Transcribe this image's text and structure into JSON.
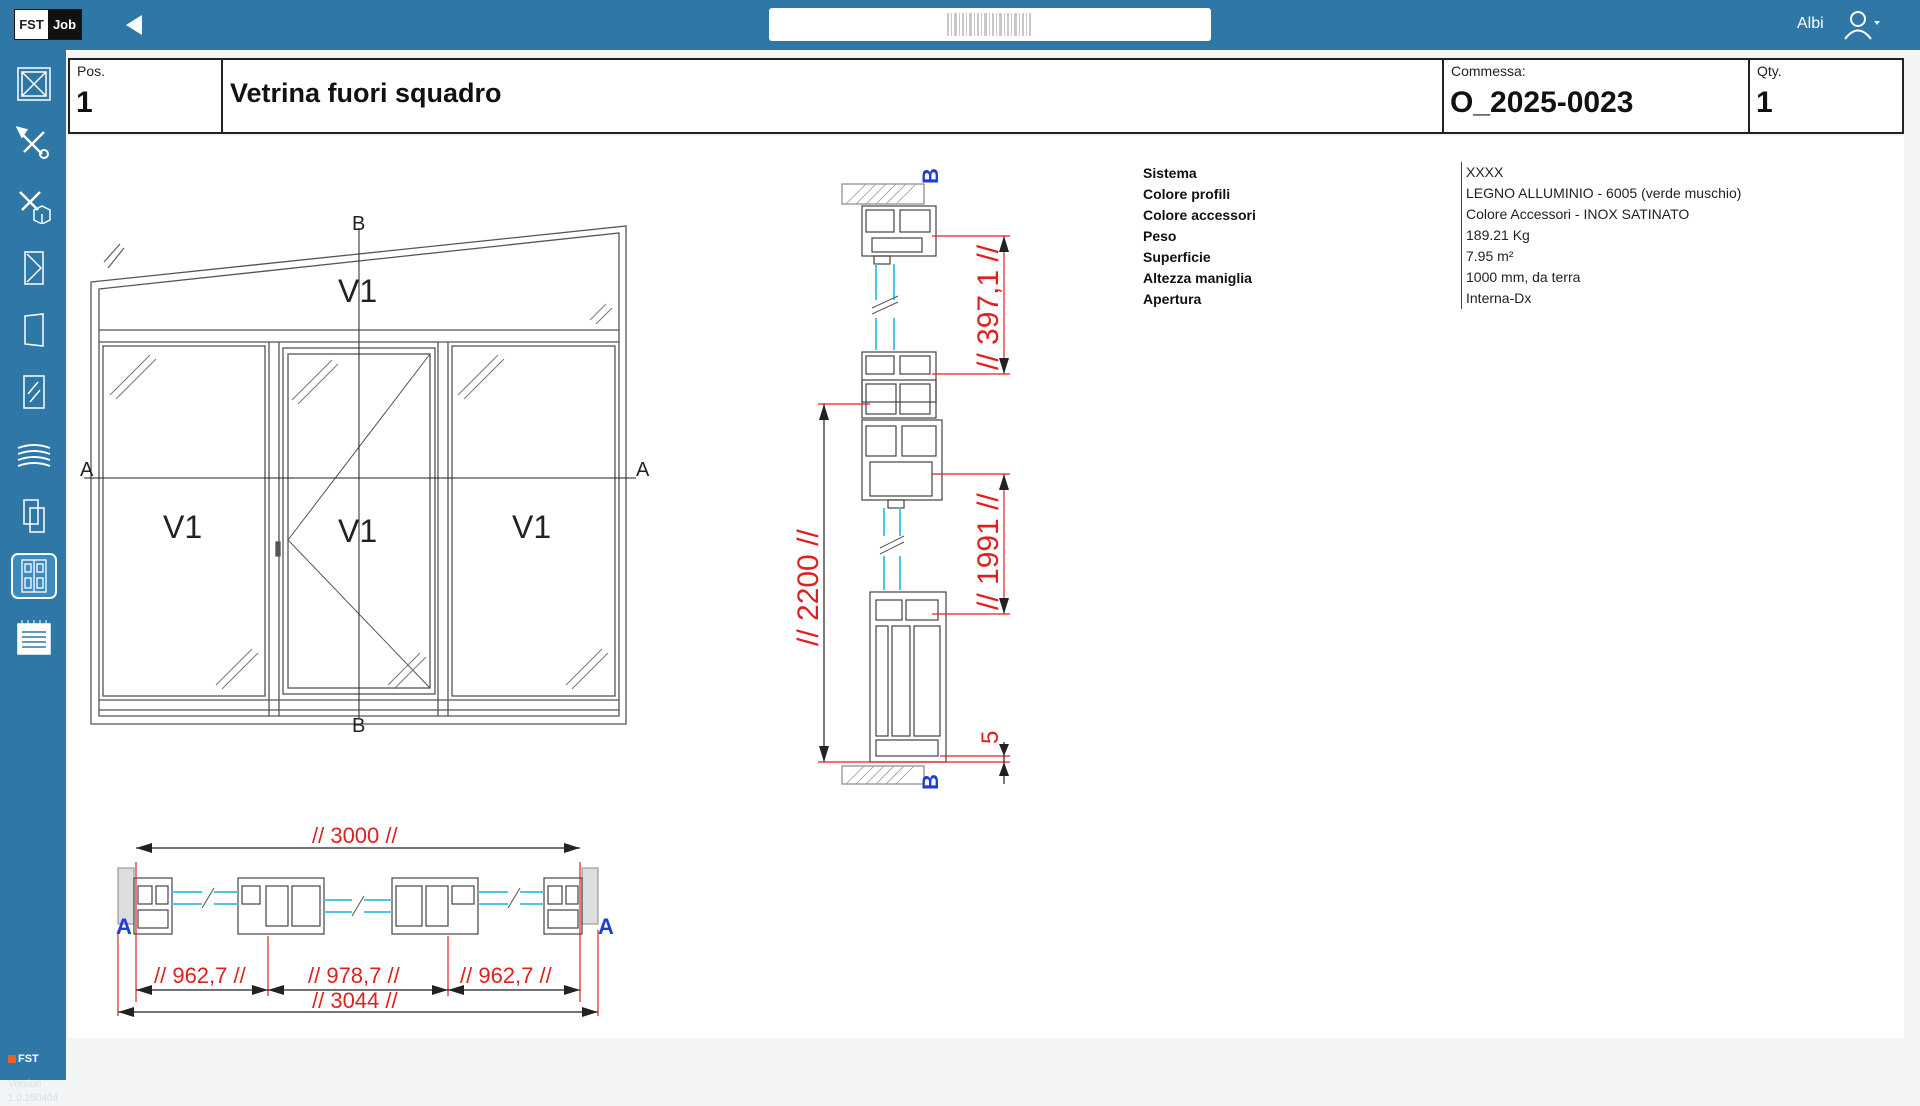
{
  "app": {
    "logo_left": "FST",
    "logo_right": "Job",
    "user_name": "Albi",
    "footer_brand": "FST",
    "version_label": "Version",
    "version_number": "1.0.250404",
    "accent_color": "#2e77a7"
  },
  "header": {
    "pos_label": "Pos.",
    "pos_value": "1",
    "title": "Vetrina fuori squadro",
    "commessa_label": "Commessa:",
    "commessa_value": "O_2025-0023",
    "qty_label": "Qty.",
    "qty_value": "1"
  },
  "sidebar": {
    "items": [
      {
        "name": "window-frame-icon"
      },
      {
        "name": "tools-icon"
      },
      {
        "name": "tools-box-icon"
      },
      {
        "name": "door-icon"
      },
      {
        "name": "panel-icon"
      },
      {
        "name": "glass-icon"
      },
      {
        "name": "blinds-icon"
      },
      {
        "name": "copy-icon"
      },
      {
        "name": "section-view-icon",
        "active": true
      },
      {
        "name": "list-icon"
      }
    ]
  },
  "properties": [
    {
      "label": "Sistema",
      "value": "XXXX"
    },
    {
      "label": "Colore profili",
      "value": "LEGNO ALLUMINIO - 6005 (verde muschio)"
    },
    {
      "label": "Colore accessori",
      "value": "Colore Accessori - INOX SATINATO"
    },
    {
      "label": "Peso",
      "value": "189.21 Kg"
    },
    {
      "label": "Superficie",
      "value": "7.95 m²"
    },
    {
      "label": "Altezza maniglia",
      "value": "1000 mm, da terra"
    },
    {
      "label": "Apertura",
      "value": "Interna-Dx"
    }
  ],
  "drawing": {
    "elevation": {
      "section_a": "A",
      "section_b": "B",
      "panels": [
        "V1",
        "V1",
        "V1",
        "V1"
      ]
    },
    "vertical_section": {
      "label_b": "B",
      "dims": [
        "// 397,1 //",
        "// 1991 //",
        "// 2200 //",
        "5"
      ]
    },
    "horizontal_section": {
      "label_a": "A",
      "dims": [
        "// 3000 //",
        "// 962,7 //",
        "// 978,7 //",
        "// 962,7 //",
        "// 3044 //"
      ]
    }
  }
}
